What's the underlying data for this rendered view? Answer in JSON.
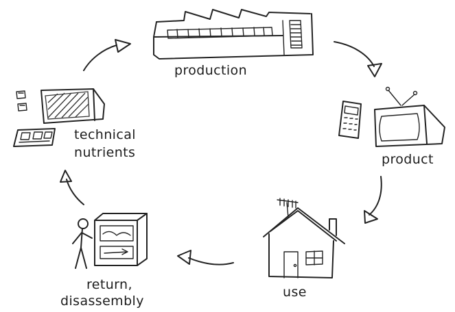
{
  "diagram": {
    "stages": [
      {
        "id": "production",
        "label": "production"
      },
      {
        "id": "product",
        "label": "product"
      },
      {
        "id": "use",
        "label": "use"
      },
      {
        "id": "return",
        "label_line1": "return,",
        "label_line2": "disassembly"
      },
      {
        "id": "technical",
        "label_line1": "technical",
        "label_line2": "nutrients"
      }
    ],
    "icons": {
      "production": "factory-icon",
      "product": "tv-and-calculator-icon",
      "use": "house-icon",
      "return": "person-with-recycling-machine-icon",
      "technical": "raw-materials-icon"
    },
    "ink_color": "#222222"
  }
}
